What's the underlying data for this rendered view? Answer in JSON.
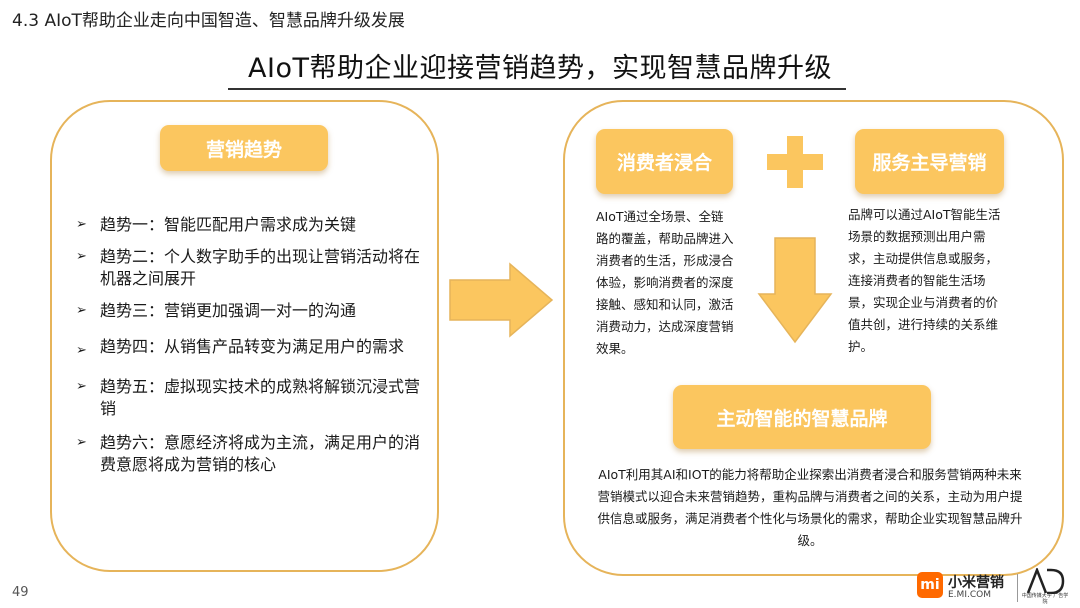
{
  "header": {
    "section_title": "4.3 AIoT帮助企业走向中国智造、智慧品牌升级发展",
    "main_title": "AIoT帮助企业迎接营销趋势，实现智慧品牌升级"
  },
  "left_panel": {
    "heading": "营销趋势",
    "bullet_glyph": "➢",
    "trends": [
      "趋势一：智能匹配用户需求成为关键",
      "趋势二：个人数字助手的出现让营销活动将在机器之间展开",
      "趋势三：营销更加强调一对一的沟通",
      "趋势四：从销售产品转变为满足用户的需求",
      "趋势五：虚拟现实技术的成熟将解锁沉浸式营销",
      "趋势六：意愿经济将成为主流，满足用户的消费意愿将成为营销的核心"
    ]
  },
  "right_panel": {
    "consumer": {
      "heading": "消费者浸合",
      "text": "AIoT通过全场景、全链路的覆盖，帮助品牌进入消费者的生活，形成浸合体验，影响消费者的深度接触、感知和认同，激活消费动力，达成深度营销效果。"
    },
    "service": {
      "heading": "服务主导营销",
      "text": "品牌可以通过AIoT智能生活场景的数据预测出用户需求，主动提供信息或服务，连接消费者的智能生活场景，实现企业与消费者的价值共创，进行持续的关系维护。"
    },
    "brand": {
      "heading": "主动智能的智慧品牌",
      "text": "AIoT利用其AI和IOT的能力将帮助企业探索出消费者浸合和服务营销两种未来营销模式以迎合未来营销趋势，重构品牌与消费者之间的关系，主动为用户提供信息或服务，满足消费者个性化与场景化的需求，帮助企业实现智慧品牌升级。"
    }
  },
  "footer": {
    "page_number": "49",
    "mi_logo": "mi",
    "brand_name": "小米营销",
    "brand_url": "E.MI.COM",
    "partner_logo_letters": "AD",
    "partner_name": "中国传媒大学 广告学院"
  },
  "colors": {
    "accent_orange": "#fbc65f",
    "panel_border": "#e6b45a",
    "mi_orange": "#ff6900"
  },
  "icons": {
    "arrow_right": "arrow-right-icon",
    "plus": "plus-icon",
    "arrow_down": "arrow-down-icon"
  }
}
